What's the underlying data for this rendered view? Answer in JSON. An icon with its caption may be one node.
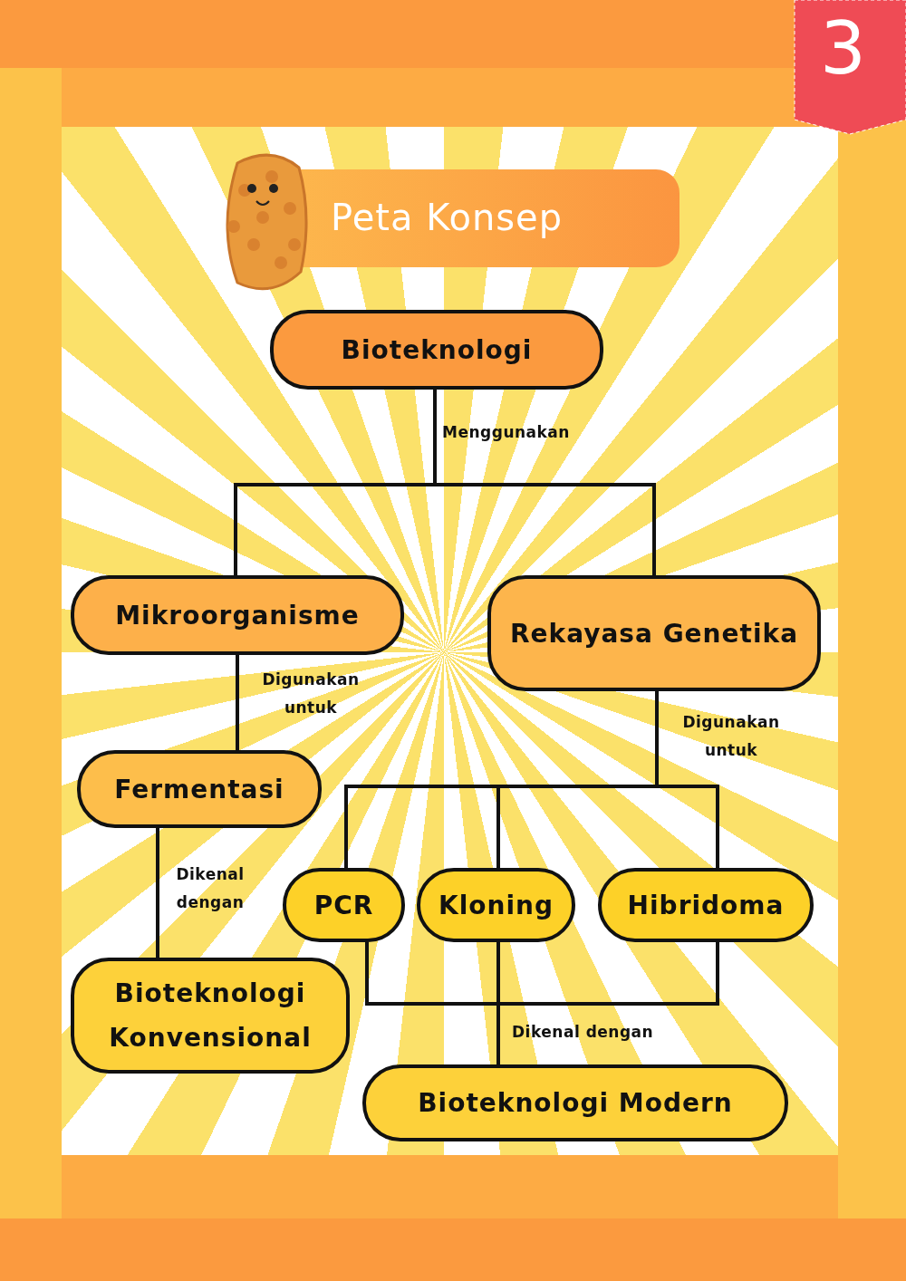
{
  "diagram": {
    "title": "Peta Konsep",
    "nodes": [
      {
        "text": [
          "Bioteknologi"
        ]
      },
      {
        "text": [
          "Mikroorganisme"
        ]
      },
      {
        "text": [
          "Rekayasa Genetika"
        ]
      },
      {
        "text": [
          "Fermentasi"
        ]
      },
      {
        "text": [
          "PCR"
        ]
      },
      {
        "text": [
          "Kloning"
        ]
      },
      {
        "text": [
          "Hibridoma"
        ]
      },
      {
        "text": [
          "Bioteknologi Konvensional"
        ]
      },
      {
        "text": [
          "Bioteknologi Modern"
        ]
      }
    ],
    "edges": [
      {
        "from": 0,
        "to": 1,
        "arrow": "none",
        "label": "Menggunakan"
      },
      {
        "from": 0,
        "to": 2,
        "arrow": "none"
      },
      {
        "from": 1,
        "to": 3,
        "arrow": "none",
        "label": "Digunakan untuk"
      },
      {
        "from": 2,
        "to": 4,
        "arrow": "none",
        "label": "Digunakan untuk"
      },
      {
        "from": 2,
        "to": 5,
        "arrow": "none"
      },
      {
        "from": 2,
        "to": 6,
        "arrow": "none"
      },
      {
        "from": 3,
        "to": 7,
        "arrow": "none",
        "label": "Dikenal dengan"
      },
      {
        "from": 4,
        "to": 8,
        "arrow": "none",
        "label": "Dikenal dengan"
      },
      {
        "from": 5,
        "to": 8,
        "arrow": "none"
      },
      {
        "from": 6,
        "to": 8,
        "arrow": "none"
      }
    ],
    "labels": [
      "3"
    ]
  }
}
